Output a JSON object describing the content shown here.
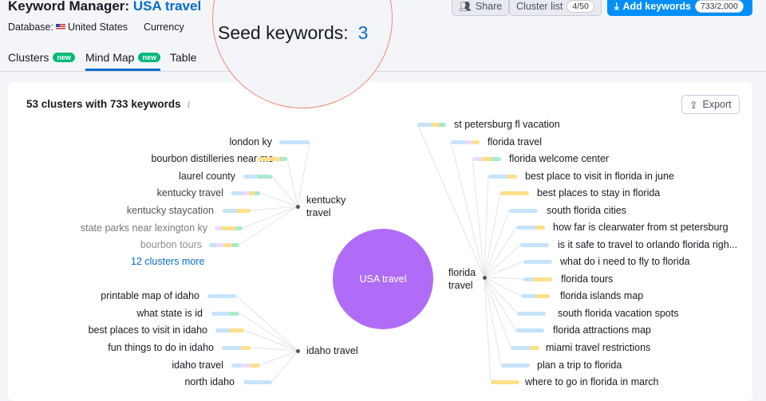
{
  "header": {
    "title_prefix": "Keyword Manager:",
    "project": "USA travel",
    "database_label": "Database:",
    "database_value": "United States",
    "currency_label": "Currency"
  },
  "actions": {
    "share": "Share",
    "cluster_list": "Cluster list",
    "cluster_count": "4/50",
    "add_keywords": "Add keywords",
    "keyword_count": "733/2,000"
  },
  "tabs": [
    {
      "label": "Clusters",
      "badge": "new"
    },
    {
      "label": "Mind Map",
      "badge": "new",
      "active": true
    },
    {
      "label": "Table"
    }
  ],
  "lens": {
    "label": "Seed keywords:",
    "value": "3"
  },
  "card": {
    "title": "53 clusters with 733 keywords",
    "export": "Export"
  },
  "hub": "USA travel",
  "clusters": [
    {
      "name": "kentucky travel",
      "keywords": [
        "london ky",
        "bourbon distilleries near me",
        "laurel county",
        "kentucky travel",
        "kentucky staycation",
        "state parks near lexington ky",
        "bourbon tours"
      ],
      "more": "12 clusters more"
    },
    {
      "name": "idaho travel",
      "keywords": [
        "printable map of idaho",
        "what state is id",
        "best places to visit in idaho",
        "fun things to do in idaho",
        "idaho travel",
        "north idaho"
      ]
    },
    {
      "name": "florida travel",
      "keywords": [
        "st petersburg fl vacation",
        "florida travel",
        "florida welcome center",
        "best place to visit in florida in june",
        "best places to stay in florida",
        "south florida cities",
        "how far is clearwater from st petersburg",
        "is it safe to travel to orlando florida righ...",
        "what do i need to fly to florida",
        "florida tours",
        "florida islands map",
        "south florida vacation spots",
        "florida attractions map",
        "miami travel restrictions",
        "plan a trip to florida",
        "where to go in florida in march"
      ]
    }
  ],
  "colors": {
    "accent": "#006dca",
    "primary_button": "#008ff8",
    "hub": "#b06cf6",
    "badge": "#00b97a"
  }
}
